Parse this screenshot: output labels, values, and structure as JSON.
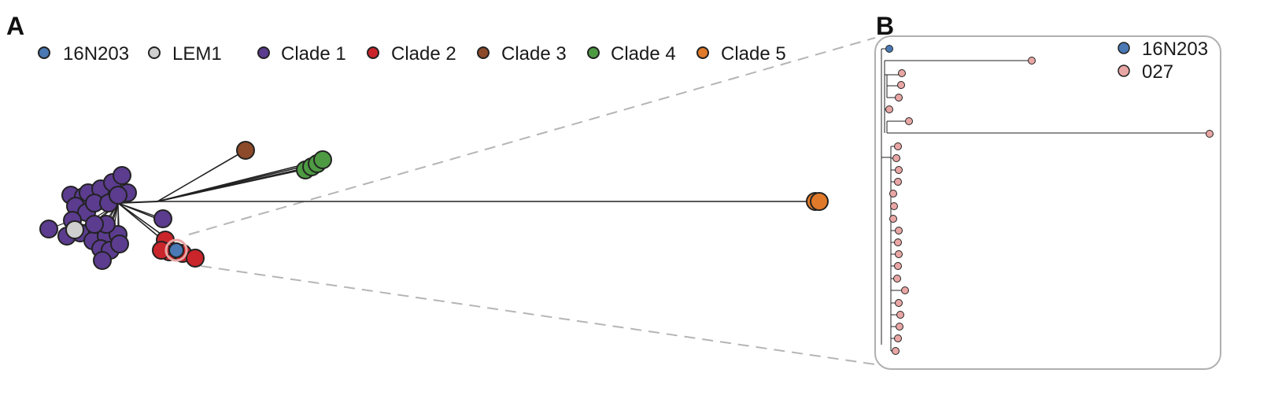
{
  "panels": {
    "a": {
      "label": "A"
    },
    "b": {
      "label": "B"
    }
  },
  "legend_a": [
    {
      "label": "16N203",
      "color": "#4a79b4"
    },
    {
      "label": "LEM1",
      "color": "#cfcfcf"
    },
    {
      "label": "Clade 1",
      "color": "#5b3c8e"
    },
    {
      "label": "Clade 2",
      "color": "#c9252b"
    },
    {
      "label": "Clade 3",
      "color": "#8c4a2a"
    },
    {
      "label": "Clade 4",
      "color": "#4e9a43"
    },
    {
      "label": "Clade 5",
      "color": "#e07a2a"
    }
  ],
  "legend_b": [
    {
      "label": "16N203",
      "color": "#4a79b4"
    },
    {
      "label": "027",
      "color": "#e8a6a4"
    }
  ],
  "colors": {
    "node_stroke": "#222222",
    "branch": "#222222",
    "zoom_guide": "#b5b5b5",
    "inset_border": "#b0b0b0"
  }
}
